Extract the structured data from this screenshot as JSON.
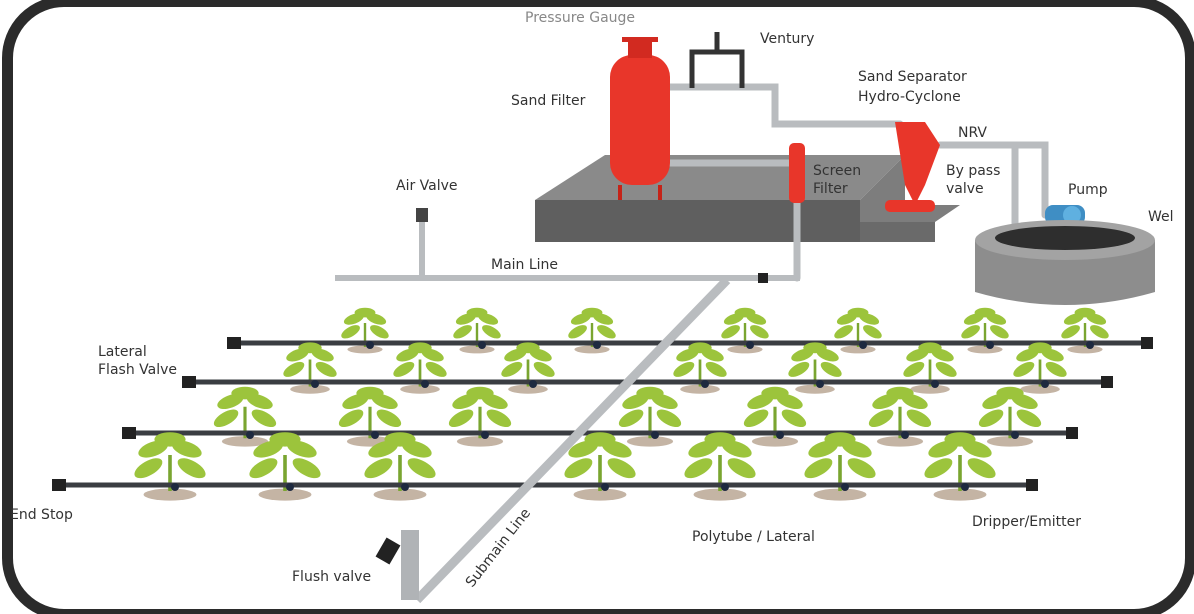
{
  "labels": {
    "pressure_gauge": "Pressure Gauge",
    "ventury": "Ventury",
    "sand_filter": "Sand Filter",
    "sand_separator_1": "Sand Separator",
    "sand_separator_2": "Hydro-Cyclone",
    "nrv": "NRV",
    "bypass_1": "By pass",
    "bypass_2": "valve",
    "pump": "Pump",
    "well": "Wel",
    "air_valve": "Air Valve",
    "screen_filter_1": "Screen",
    "screen_filter_2": "Filter",
    "main_line": "Main Line",
    "lateral_flash_1": "Lateral",
    "lateral_flash_2": "Flash Valve",
    "end_stop": "End Stop",
    "flush_valve": "Flush valve",
    "submain_line": "Submain Line",
    "polytube": "Polytube / Lateral",
    "dripper": "Dripper/Emitter"
  },
  "colors": {
    "frame": "#2b2b2b",
    "equipment": "#e8362a",
    "pipe": "#b9bcbf",
    "lateral": "#3a3d42",
    "plant": "#9cc43c",
    "platform": "#6f6f6f"
  }
}
